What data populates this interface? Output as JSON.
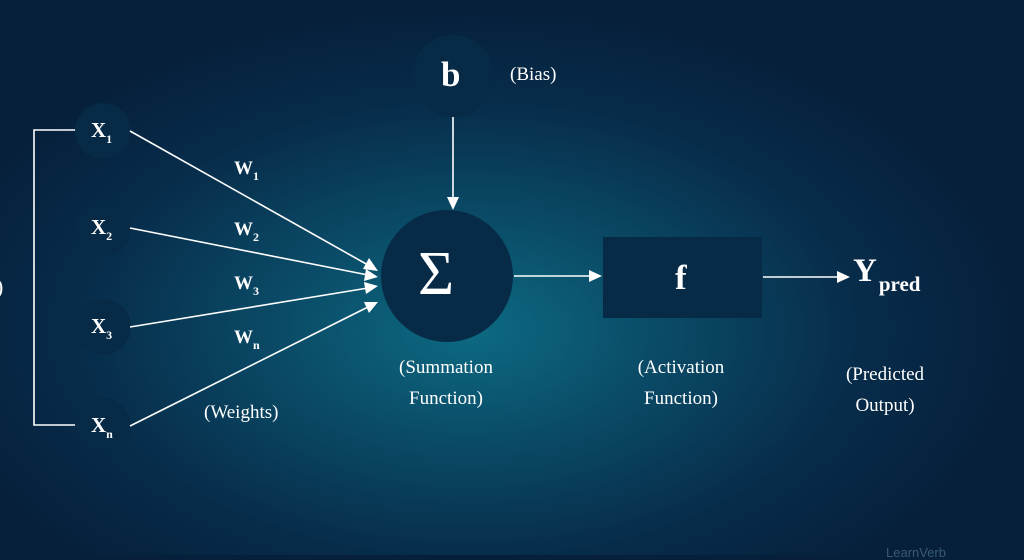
{
  "bias": {
    "symbol": "b",
    "label": "(Bias)"
  },
  "inputs": [
    {
      "base": "X",
      "sub": "1"
    },
    {
      "base": "X",
      "sub": "2"
    },
    {
      "base": "X",
      "sub": "3"
    },
    {
      "base": "X",
      "sub": "n"
    }
  ],
  "weights": [
    {
      "base": "W",
      "sub": "1"
    },
    {
      "base": "W",
      "sub": "2"
    },
    {
      "base": "W",
      "sub": "3"
    },
    {
      "base": "W",
      "sub": "n"
    }
  ],
  "weights_caption": "(Weights)",
  "summation": {
    "symbol": "Σ",
    "caption_line1": "(Summation",
    "caption_line2": "Function)"
  },
  "activation": {
    "symbol": "f",
    "caption_line1": "(Activation",
    "caption_line2": "Function)"
  },
  "output": {
    "base": "Y",
    "sub": "pred",
    "caption_line1": "(Predicted",
    "caption_line2": "Output)"
  },
  "left_edge_glyph": ")",
  "watermark": "LearnVerb",
  "colors": {
    "node_fill": "#072a46",
    "stroke": "#ffffff",
    "background_center": "#0d6a82",
    "background_edge": "#061f3a"
  }
}
